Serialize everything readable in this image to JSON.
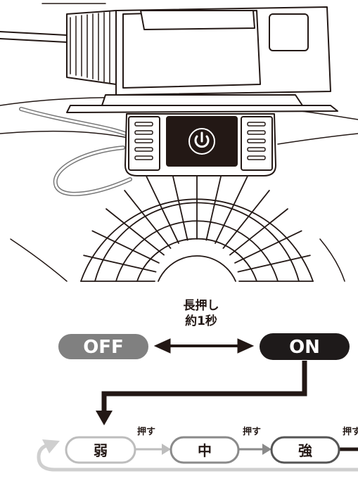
{
  "illustration": {
    "device": "heater-fan",
    "power_icon": "power-icon"
  },
  "hold_instruction": {
    "line1": "長押し",
    "line2": "約1秒"
  },
  "states": {
    "off_label": "OFF",
    "on_label": "ON"
  },
  "levels": {
    "weak": "弱",
    "medium": "中",
    "strong": "強"
  },
  "press_labels": [
    "押す",
    "押す",
    "押す"
  ],
  "colors": {
    "off_fill": "#808080",
    "on_fill": "#1e1a1a",
    "weak_outline": "#bdbdbd",
    "medium_outline": "#8a8a8a",
    "strong_outline": "#555555",
    "ink": "#231815",
    "cycle_loop": "#cfcfcf"
  }
}
